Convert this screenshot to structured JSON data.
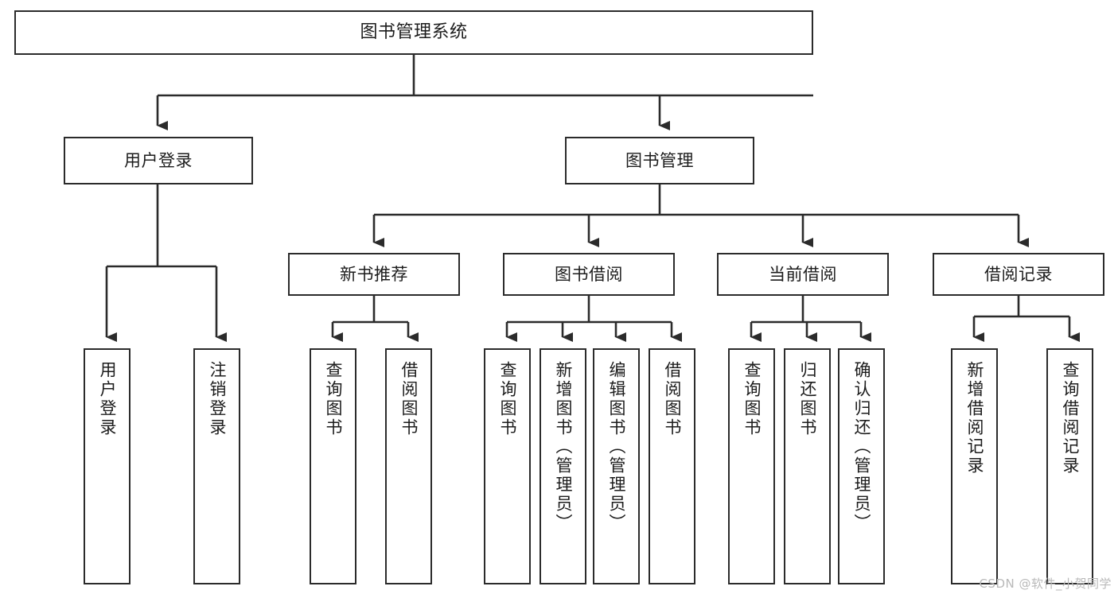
{
  "diagram": {
    "title": "图书管理系统",
    "type": "tree",
    "watermark": "CSDN @软件_小贺同学",
    "colors": {
      "stroke": "#2b2b2b",
      "fill": "#ffffff",
      "text": "#1c1c1c",
      "watermark": "#b9b9b9"
    },
    "nodes": {
      "root": {
        "label": "图书管理系统"
      },
      "level2": [
        {
          "id": "user-login",
          "label": "用户登录"
        },
        {
          "id": "book-manage",
          "label": "图书管理"
        }
      ],
      "level3": [
        {
          "id": "new-book-recommend",
          "label": "新书推荐"
        },
        {
          "id": "book-borrow",
          "label": "图书借阅"
        },
        {
          "id": "current-borrow",
          "label": "当前借阅"
        },
        {
          "id": "borrow-record",
          "label": "借阅记录"
        }
      ],
      "leaves": {
        "user-login": [
          {
            "id": "leaf-user-login",
            "label": "用户登录"
          },
          {
            "id": "leaf-logout",
            "label": "注销登录"
          }
        ],
        "new-book-recommend": [
          {
            "id": "leaf-query-book-1",
            "label": "查询图书"
          },
          {
            "id": "leaf-borrow-book-1",
            "label": "借阅图书"
          }
        ],
        "book-borrow": [
          {
            "id": "leaf-query-book-2",
            "label": "查询图书"
          },
          {
            "id": "leaf-add-book",
            "label": "新增图书（管理员）"
          },
          {
            "id": "leaf-edit-book",
            "label": "编辑图书（管理员）"
          },
          {
            "id": "leaf-borrow-book-2",
            "label": "借阅图书"
          }
        ],
        "current-borrow": [
          {
            "id": "leaf-query-book-3",
            "label": "查询图书"
          },
          {
            "id": "leaf-return-book",
            "label": "归还图书"
          },
          {
            "id": "leaf-confirm-return",
            "label": "确认归还（管理员）"
          }
        ],
        "borrow-record": [
          {
            "id": "leaf-add-record",
            "label": "新增借阅记录"
          },
          {
            "id": "leaf-query-record",
            "label": "查询借阅记录"
          }
        ]
      }
    }
  }
}
